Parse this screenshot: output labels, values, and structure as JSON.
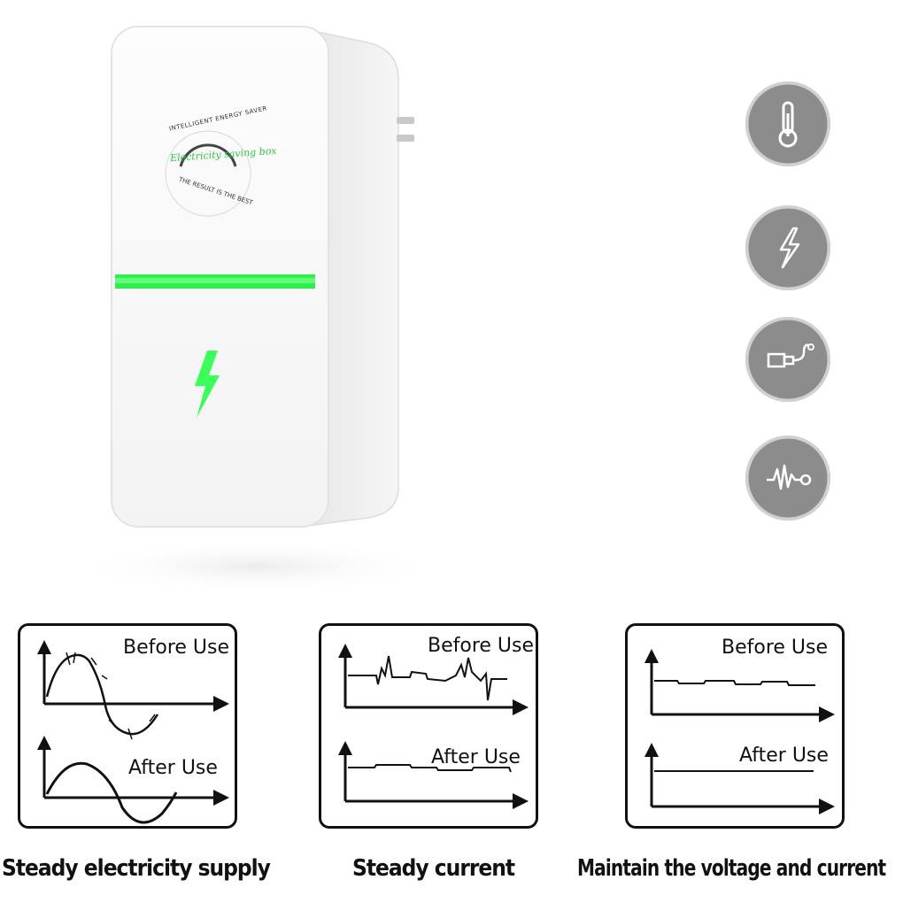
{
  "product": {
    "badge_top": "INTELLIGENT ENERGY SAVER",
    "badge_middle": "Electricity saving box",
    "badge_bottom": "THE RESULT IS THE BEST",
    "accent_color": "#39ff5a",
    "led_color": "#2cf04c"
  },
  "feature_icons": [
    {
      "icon": "thermometer-icon"
    },
    {
      "icon": "lightning-icon"
    },
    {
      "icon": "usb-plug-icon"
    },
    {
      "icon": "waveform-icon"
    }
  ],
  "panels": [
    {
      "before_label": "Before Use",
      "after_label": "After Use",
      "caption": "Steady electricity supply"
    },
    {
      "before_label": "Before Use",
      "after_label": "After Use",
      "caption": "Steady current"
    },
    {
      "before_label": "Before Use",
      "after_label": "After Use",
      "caption": "Maintain the voltage and current"
    }
  ]
}
